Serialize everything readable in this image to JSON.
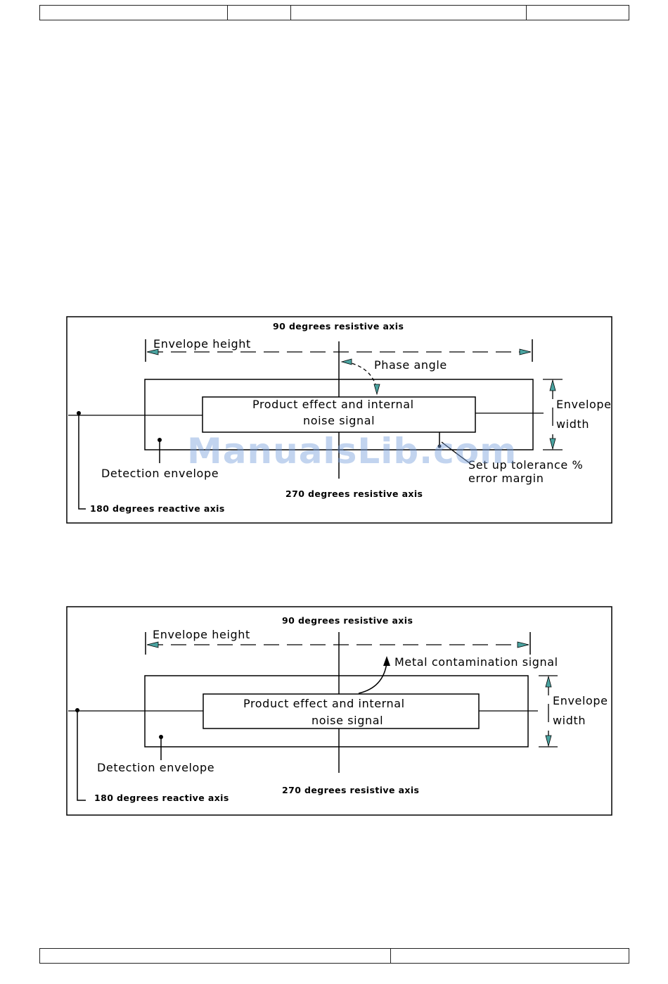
{
  "header_table": {
    "cells": [
      "",
      "",
      "",
      ""
    ]
  },
  "footer_table": {
    "cells": [
      "",
      ""
    ]
  },
  "diagram1": {
    "top_axis": "90 degrees resistive axis",
    "envelope_height": "Envelope height",
    "phase_angle": "Phase angle",
    "product_line1": "Product effect and internal",
    "product_line2": "noise signal",
    "envelope_width_1": "Envelope",
    "envelope_width_2": "width",
    "detection_envelope": "Detection envelope",
    "tolerance_line1": "Set up tolerance %",
    "tolerance_line2": "error margin",
    "bottom_axis": "270 degrees resistive axis",
    "reactive_axis": "180 degrees reactive axis"
  },
  "diagram2": {
    "top_axis": "90 degrees resistive axis",
    "envelope_height": "Envelope height",
    "metal_signal": "Metal contamination signal",
    "product_line1": "Product effect and internal",
    "product_line2": "noise signal",
    "envelope_width_1": "Envelope",
    "envelope_width_2": "width",
    "detection_envelope": "Detection envelope",
    "bottom_axis": "270 degrees resistive axis",
    "reactive_axis": "180 degrees reactive axis"
  },
  "watermark": "ManualsLib.com"
}
